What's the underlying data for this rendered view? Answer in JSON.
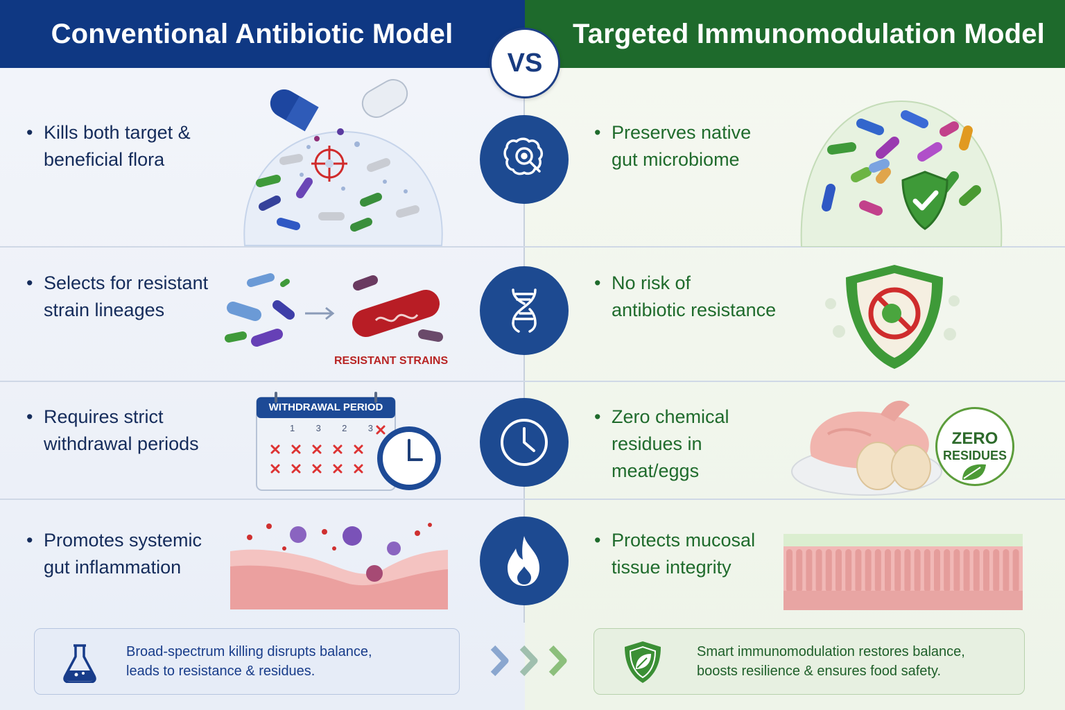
{
  "header": {
    "left_title": "Conventional Antibiotic Model",
    "right_title": "Targeted  Immunomodulation Model",
    "vs_label": "VS"
  },
  "rows": [
    {
      "left": [
        "Kills both target &",
        "beneficial flora"
      ],
      "right": [
        "Preserves native",
        "gut microbiome"
      ],
      "icon": "intestine-magnifier-icon"
    },
    {
      "left": [
        "Selects for resistant",
        "strain lineages"
      ],
      "right": [
        "No risk of",
        "antibiotic resistance"
      ],
      "icon": "dna-icon"
    },
    {
      "left": [
        "Requires strict",
        "withdrawal periods"
      ],
      "right": [
        "Zero chemical",
        "residues in",
        "meat/eggs"
      ],
      "icon": "clock-icon"
    },
    {
      "left": [
        "Promotes systemic",
        "gut inflammation"
      ],
      "right": [
        "Protects mucosal",
        "tissue integrity"
      ],
      "icon": "flame-icon"
    }
  ],
  "labels": {
    "resistant_strains": "RESISTANT STRAINS",
    "withdrawal_period": "WITHDRAWAL PERIOD",
    "calendar_days": [
      "1",
      "3",
      "2",
      "3"
    ],
    "zero_line1": "ZERO",
    "zero_line2": "RESIDUES"
  },
  "bottom": {
    "left": [
      "Broad-spectrum killing disrupts balance,",
      "leads to resistance & residues."
    ],
    "right": [
      "Smart immunomodulation restores balance,",
      "boosts resilience & ensures food safety."
    ]
  },
  "colors": {
    "left_header": "#0f3883",
    "right_header": "#1e6a2c",
    "left_text": "#152c5b",
    "right_text": "#1f6b2c",
    "icon_circle": "#1d4a91"
  }
}
